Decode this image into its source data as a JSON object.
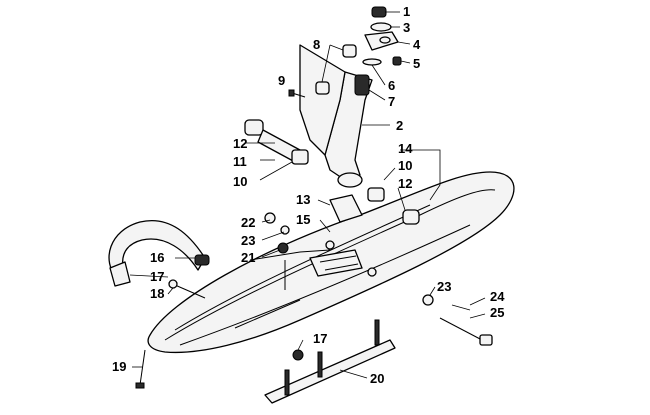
{
  "callouts": [
    {
      "id": "1",
      "label": "1"
    },
    {
      "id": "2",
      "label": "2"
    },
    {
      "id": "3",
      "label": "3"
    },
    {
      "id": "4",
      "label": "4"
    },
    {
      "id": "5",
      "label": "5"
    },
    {
      "id": "6",
      "label": "6"
    },
    {
      "id": "7",
      "label": "7"
    },
    {
      "id": "8",
      "label": "8"
    },
    {
      "id": "9",
      "label": "9"
    },
    {
      "id": "10a",
      "label": "10"
    },
    {
      "id": "10b",
      "label": "10"
    },
    {
      "id": "11",
      "label": "11"
    },
    {
      "id": "12a",
      "label": "12"
    },
    {
      "id": "12b",
      "label": "12"
    },
    {
      "id": "13",
      "label": "13"
    },
    {
      "id": "14",
      "label": "14"
    },
    {
      "id": "15",
      "label": "15"
    },
    {
      "id": "16",
      "label": "16"
    },
    {
      "id": "17a",
      "label": "17"
    },
    {
      "id": "17b",
      "label": "17"
    },
    {
      "id": "18",
      "label": "18"
    },
    {
      "id": "19",
      "label": "19"
    },
    {
      "id": "20",
      "label": "20"
    },
    {
      "id": "21",
      "label": "21"
    },
    {
      "id": "22",
      "label": "22"
    },
    {
      "id": "23a",
      "label": "23"
    },
    {
      "id": "23b",
      "label": "23"
    },
    {
      "id": "24",
      "label": "24"
    },
    {
      "id": "25",
      "label": "25"
    }
  ]
}
